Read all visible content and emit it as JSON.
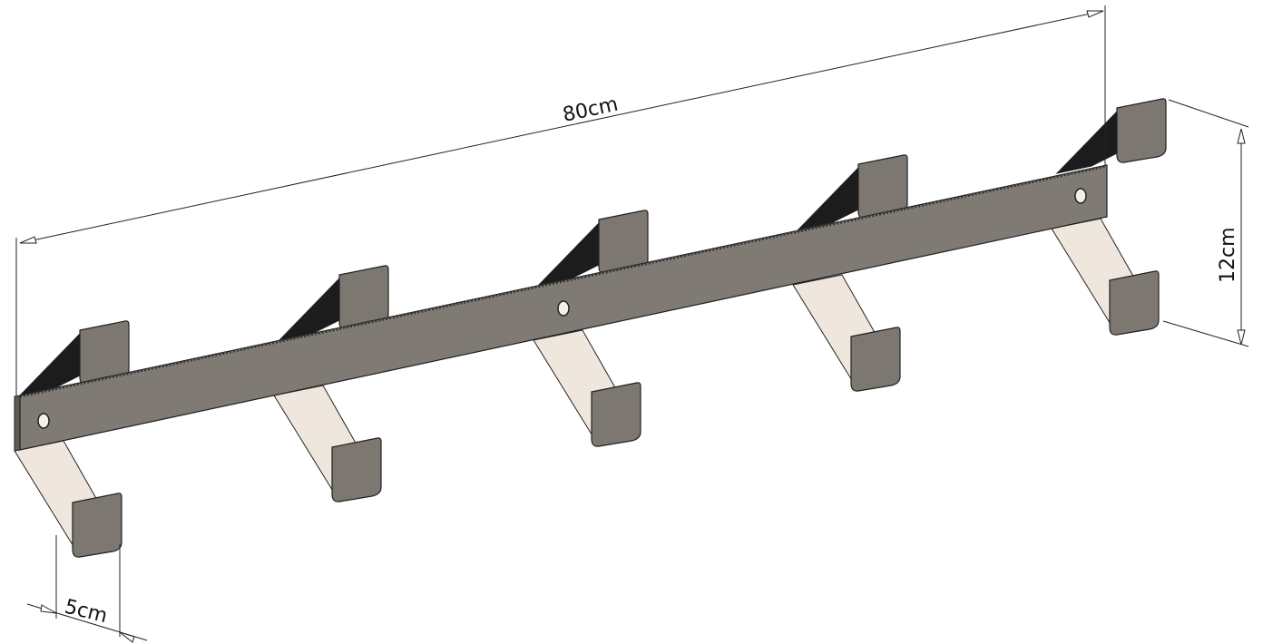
{
  "drawing": {
    "title": "Wall hook rack",
    "hook_count": 5,
    "dimensions": {
      "length": "80cm",
      "height": "12cm",
      "width": "5cm"
    },
    "colors": {
      "bar": "#7f7a74",
      "tab": "#7c7771",
      "lower_strip": "#efe6dd",
      "upper_strip": "#1c1c1c",
      "outline": "#222222"
    }
  }
}
